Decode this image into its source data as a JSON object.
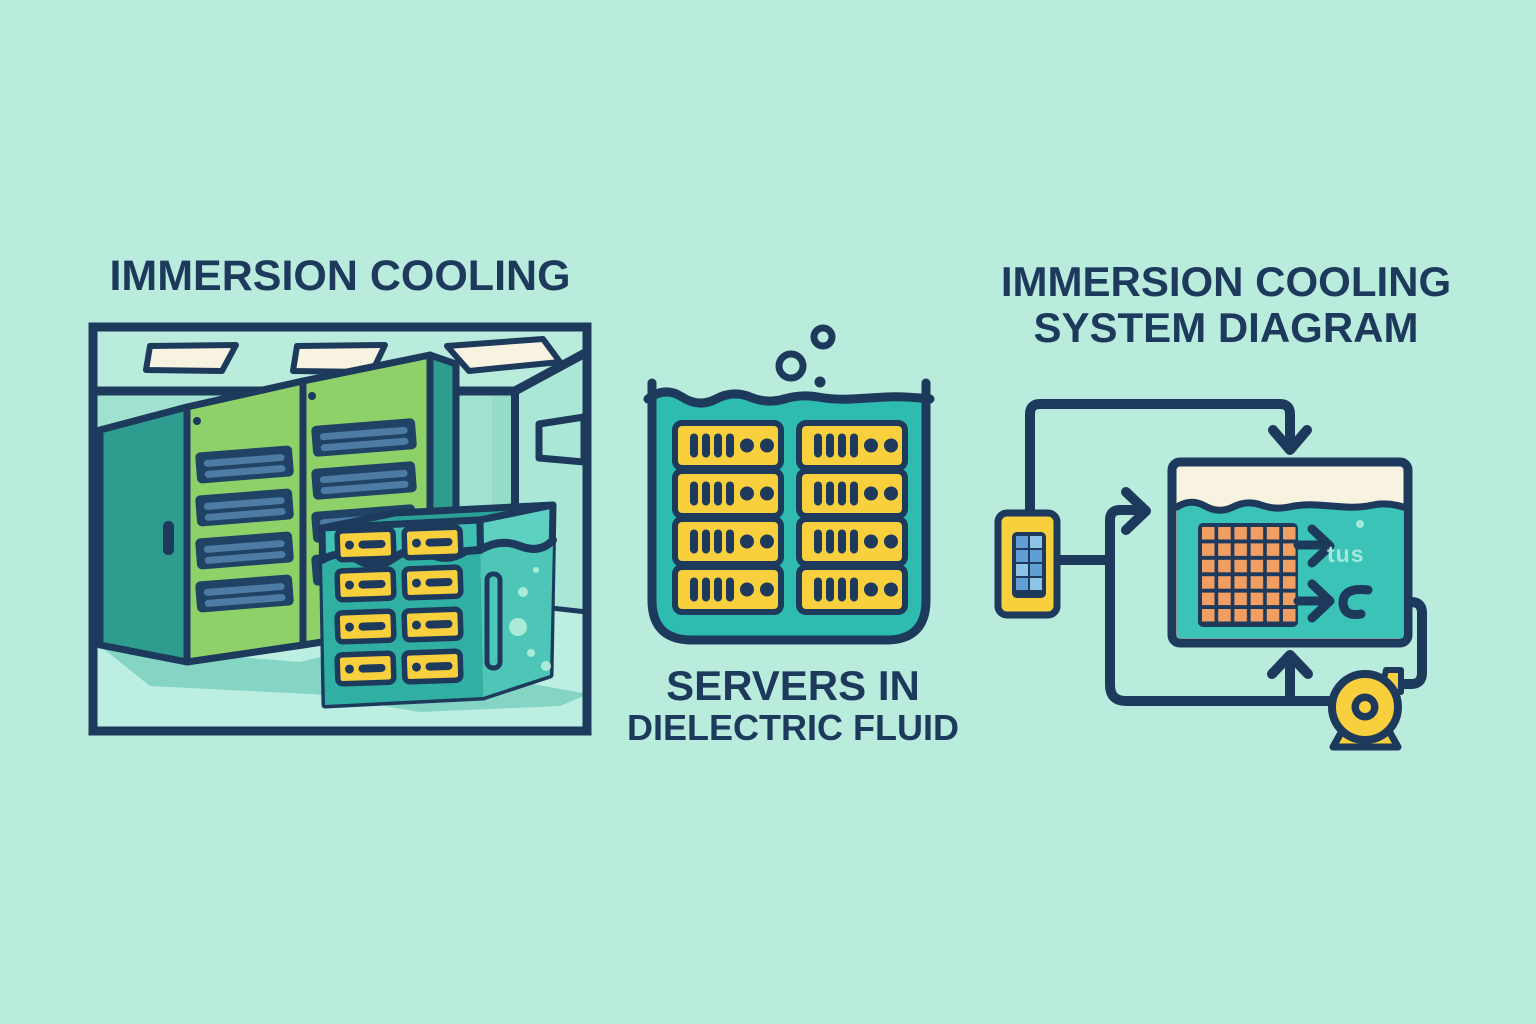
{
  "page": {
    "kind": "infographic-illustration",
    "background": "#b9ecdd"
  },
  "palette": {
    "background_mint": "#b9ecdd",
    "outline_navy": "#1d3a5c",
    "fluid_teal": "#2ebcb0",
    "bright_fluid_teal": "#3ac3b6",
    "rack_green": "#8ed169",
    "cabinet_teal": "#2f9c90",
    "server_yellow": "#f8cf3d",
    "heat_grid_orange": "#f19e63",
    "cream": "#f8f3e0",
    "indicator_blue": "#5f9fd3",
    "pale_annotation": "#a5e9dc"
  },
  "left_panel": {
    "title": "IMMERSION COOLING",
    "room": {
      "ceiling_lights": 3,
      "server_racks": 2,
      "slots_per_rack": 4,
      "immersion_tank_trays": 8,
      "wall_boxes": 2
    }
  },
  "middle_panel": {
    "label_line1": "SERVERS IN",
    "label_line2": "DIELECTRIC FLUID",
    "tank": {
      "server_columns": 2,
      "servers_per_column": 4,
      "bubbles": 3
    }
  },
  "right_panel": {
    "title_line1": "IMMERSION COOLING",
    "title_line2": "SYSTEM DIAGRAM",
    "tank_annotation": "tus",
    "heat_exchanger_grid": "6x6",
    "controller_indicator_grid": "2x4",
    "flow_arrows": 4
  }
}
